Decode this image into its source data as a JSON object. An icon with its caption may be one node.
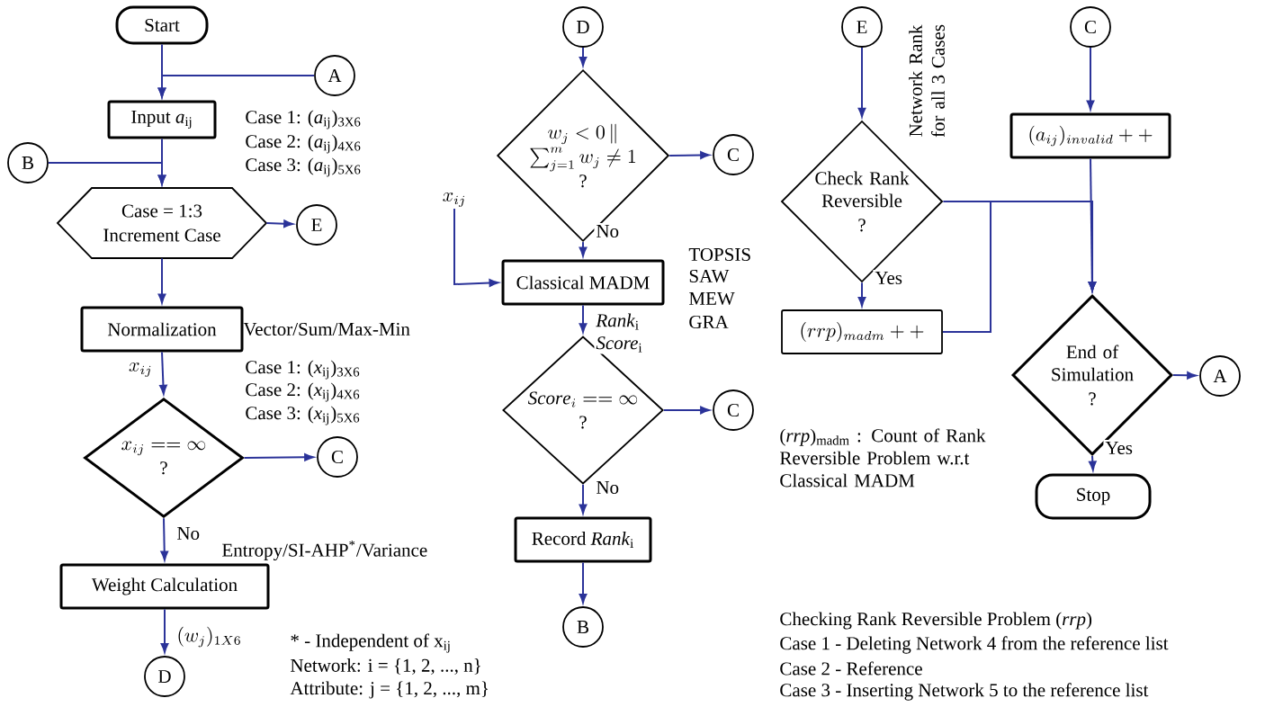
{
  "diagram": {
    "nodes": [
      {
        "text": [
          "Start"
        ]
      },
      {
        "text": [
          "A"
        ]
      },
      {
        "text": [
          "Input *a*$_{ij}$"
        ]
      },
      {
        "text": [
          "B"
        ]
      },
      {
        "text": [
          "Case = 1:3",
          "Increment Case"
        ]
      },
      {
        "text": [
          "E"
        ]
      },
      {
        "text": [
          "Normalization"
        ]
      },
      {
        "text": [
          "x_{ij} == \\infty",
          "?"
        ]
      },
      {
        "text": [
          "C"
        ]
      },
      {
        "text": [
          "Weight Calculation"
        ]
      },
      {
        "text": [
          "D"
        ]
      },
      {
        "text": [
          "D"
        ]
      },
      {
        "text": [
          "w_j < 0 \\,\\|",
          "\\sum_{j=1}^{m} w_j \\neq 1",
          "?"
        ]
      },
      {
        "text": [
          "C"
        ]
      },
      {
        "text": [
          "x_{ij}"
        ]
      },
      {
        "text": [
          "Classical MADM"
        ]
      },
      {
        "text": [
          "\\mathit{Score}_i == \\infty",
          "?"
        ]
      },
      {
        "text": [
          "C"
        ]
      },
      {
        "text": [
          "Record *Rank*$_{i}$"
        ]
      },
      {
        "text": [
          "B"
        ]
      },
      {
        "text": [
          "E"
        ]
      },
      {
        "text": [
          "Check Rank Reversible",
          "?"
        ]
      },
      {
        "text": [
          "(rrp)_{madm} ++"
        ]
      },
      {
        "text": [
          "C"
        ]
      },
      {
        "text": [
          "(a_{ij})_{invalid} ++"
        ]
      },
      {
        "text": [
          "End of Simulation",
          "?"
        ]
      },
      {
        "text": [
          "A"
        ]
      },
      {
        "text": [
          "Stop"
        ]
      }
    ],
    "edges": [
      {
        "from": 0,
        "to": 2,
        "arrow": "to"
      },
      {
        "from": 1,
        "to": 2,
        "arrow": "to"
      },
      {
        "from": 2,
        "to": 4,
        "arrow": "to"
      },
      {
        "from": 3,
        "to": 4,
        "arrow": "to"
      },
      {
        "from": 4,
        "to": 5,
        "arrow": "to"
      },
      {
        "from": 4,
        "to": 6,
        "arrow": "to"
      },
      {
        "from": 6,
        "to": 7,
        "arrow": "to",
        "label": "x_{ij}"
      },
      {
        "from": 7,
        "to": 8,
        "arrow": "to"
      },
      {
        "from": 7,
        "to": 9,
        "arrow": "to",
        "label": "No"
      },
      {
        "from": 9,
        "to": 10,
        "arrow": "to",
        "label": "(w_j)_{1X6}"
      },
      {
        "from": 11,
        "to": 12,
        "arrow": "to"
      },
      {
        "from": 12,
        "to": 13,
        "arrow": "to"
      },
      {
        "from": 12,
        "to": 15,
        "arrow": "to",
        "label": "No"
      },
      {
        "from": 14,
        "to": 15,
        "arrow": "to"
      },
      {
        "from": 15,
        "to": 16,
        "arrow": "to",
        "label": "*Rank*$_{i}$ *Score*$_{i}$"
      },
      {
        "from": 16,
        "to": 17,
        "arrow": "to"
      },
      {
        "from": 16,
        "to": 18,
        "arrow": "to",
        "label": "No"
      },
      {
        "from": 18,
        "to": 19,
        "arrow": "to"
      },
      {
        "from": 20,
        "to": 21,
        "arrow": "to"
      },
      {
        "from": 21,
        "to": 22,
        "arrow": "to",
        "label": "Yes"
      },
      {
        "from": 21,
        "to": 25,
        "arrow": "to"
      },
      {
        "from": 22,
        "to": 25,
        "arrow": "to"
      },
      {
        "from": 23,
        "to": 24,
        "arrow": "to"
      },
      {
        "from": 24,
        "to": 25,
        "arrow": "to"
      },
      {
        "from": 25,
        "to": 26,
        "arrow": "to"
      },
      {
        "from": 25,
        "to": 27,
        "arrow": "to",
        "label": "Yes"
      }
    ],
    "labels": [
      "Case 1: (*a*$_{ij}$)$_{3X6}$",
      "Case 2: (*a*$_{ij}$)$_{4X6}$",
      "Case 3: (*a*$_{ij}$)$_{5X6}$",
      "Vector/Sum/Max-Min",
      "Case 1: (*x*$_{ij}$)$_{3X6}$",
      "Case 2: (*x*$_{ij}$)$_{4X6}$",
      "Case 3: (*x*$_{ij}$)$_{5X6}$",
      "Entropy/SI-AHP$^{*}$/Variance",
      "* - Independent of x$_{ij}$",
      "Network: i = {1, 2, ..., n}",
      "Attribute: j = {1, 2, ..., m}",
      "TOPSIS",
      "SAW",
      "MEW",
      "GRA",
      "Network Rank for all 3 Cases",
      "(*rrp*)$_{madm}$ : Count of Rank Reversible Problem w.r.t Classical MADM",
      "Checking Rank Reversible Problem (*rrp*)",
      "Case 1 - Deleting Network 4 from the reference list",
      "Case 2 - Reference",
      "Case 3 - Inserting Network 5 to the reference list"
    ]
  }
}
